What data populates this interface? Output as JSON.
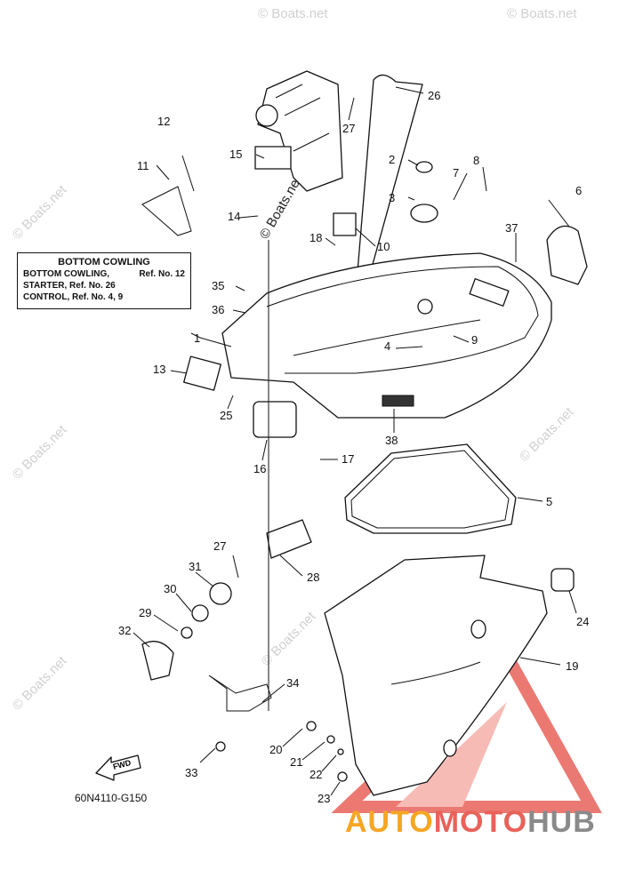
{
  "reference_box": {
    "title": "BOTTOM COWLING",
    "rows": [
      {
        "left": "BOTTOM COWLING,",
        "right": "Ref. No. 12"
      },
      {
        "left": "STARTER, Ref. No. 26",
        "right": ""
      },
      {
        "left": "CONTROL, Ref. No. 4, 9",
        "right": ""
      }
    ]
  },
  "diagram_code": "60N4110-G150",
  "fwd_label": "FWD",
  "logo": {
    "part1": "AUTO",
    "part2": "MOTO",
    "part3": "HUB"
  },
  "watermark": "© Boats.net",
  "callouts": [
    "1",
    "2",
    "3",
    "4",
    "5",
    "6",
    "7",
    "8",
    "9",
    "10",
    "11",
    "12",
    "13",
    "14",
    "15",
    "16",
    "17",
    "18",
    "19",
    "20",
    "21",
    "22",
    "23",
    "24",
    "25",
    "26",
    "27",
    "27",
    "28",
    "29",
    "30",
    "31",
    "32",
    "33",
    "34",
    "35",
    "36",
    "37",
    "38"
  ],
  "colors": {
    "logo_orange": "#f5a623",
    "logo_red": "#e8625a",
    "logo_gray": "#8a8a8a",
    "triangle": "#e8625a"
  }
}
